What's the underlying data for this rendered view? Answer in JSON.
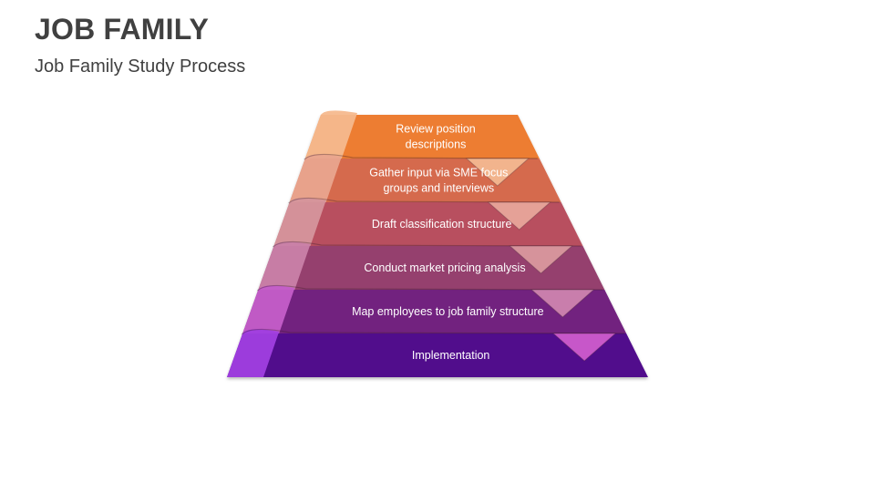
{
  "slide": {
    "title": "JOB FAMILY",
    "subtitle": "Job Family Study Process"
  },
  "pyramid": {
    "steps": [
      {
        "lines": [
          "Review position",
          "descriptions"
        ],
        "color": "#ED7D31",
        "tab_color": "#F5B98E",
        "marker_color": null
      },
      {
        "lines": [
          "Gather input via SME focus",
          "groups and interviews"
        ],
        "color": "#D56A4E",
        "tab_color": "#E9A58E",
        "marker_color": "#F2B48D"
      },
      {
        "lines": [
          "Draft classification structure"
        ],
        "color": "#B8505F",
        "tab_color": "#D5959C",
        "marker_color": "#E5A197"
      },
      {
        "lines": [
          "Conduct market pricing analysis"
        ],
        "color": "#953F6E",
        "tab_color": "#C981A8",
        "marker_color": "#D6939B"
      },
      {
        "lines": [
          "Map employees to job family structure"
        ],
        "color": "#72217F",
        "tab_color": "#C45EC9",
        "marker_color": "#C97EAC"
      },
      {
        "lines": [
          "Implementation"
        ],
        "color": "#510A8C",
        "tab_color": "#A03FE0",
        "marker_color": "#C757C9"
      }
    ]
  }
}
